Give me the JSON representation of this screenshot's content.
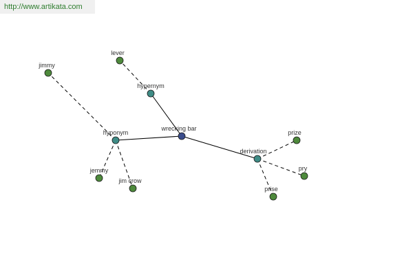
{
  "header": {
    "url": "http://www.artikata.com"
  },
  "colors": {
    "center_node": "#3b4d8c",
    "relation_node": "#3f8c86",
    "leaf_node": "#4e8a3c",
    "edge": "#000000",
    "url_text": "#2e7d2e"
  },
  "graph": {
    "center": {
      "id": "wrecking-bar",
      "label": "wrecking bar"
    },
    "relations": [
      {
        "id": "hypernym",
        "label": "hypernym"
      },
      {
        "id": "hyponym",
        "label": "hyponym"
      },
      {
        "id": "derivation",
        "label": "derivation"
      }
    ],
    "leaves": [
      {
        "id": "lever",
        "label": "lever",
        "parent": "hypernym"
      },
      {
        "id": "jimmy",
        "label": "jimmy",
        "parent": "hyponym"
      },
      {
        "id": "jemmy",
        "label": "jemmy",
        "parent": "hyponym"
      },
      {
        "id": "jim-crow",
        "label": "jim crow",
        "parent": "hyponym"
      },
      {
        "id": "prize",
        "label": "prize",
        "parent": "derivation"
      },
      {
        "id": "pry",
        "label": "pry",
        "parent": "derivation"
      },
      {
        "id": "prise",
        "label": "prise",
        "parent": "derivation"
      }
    ]
  }
}
